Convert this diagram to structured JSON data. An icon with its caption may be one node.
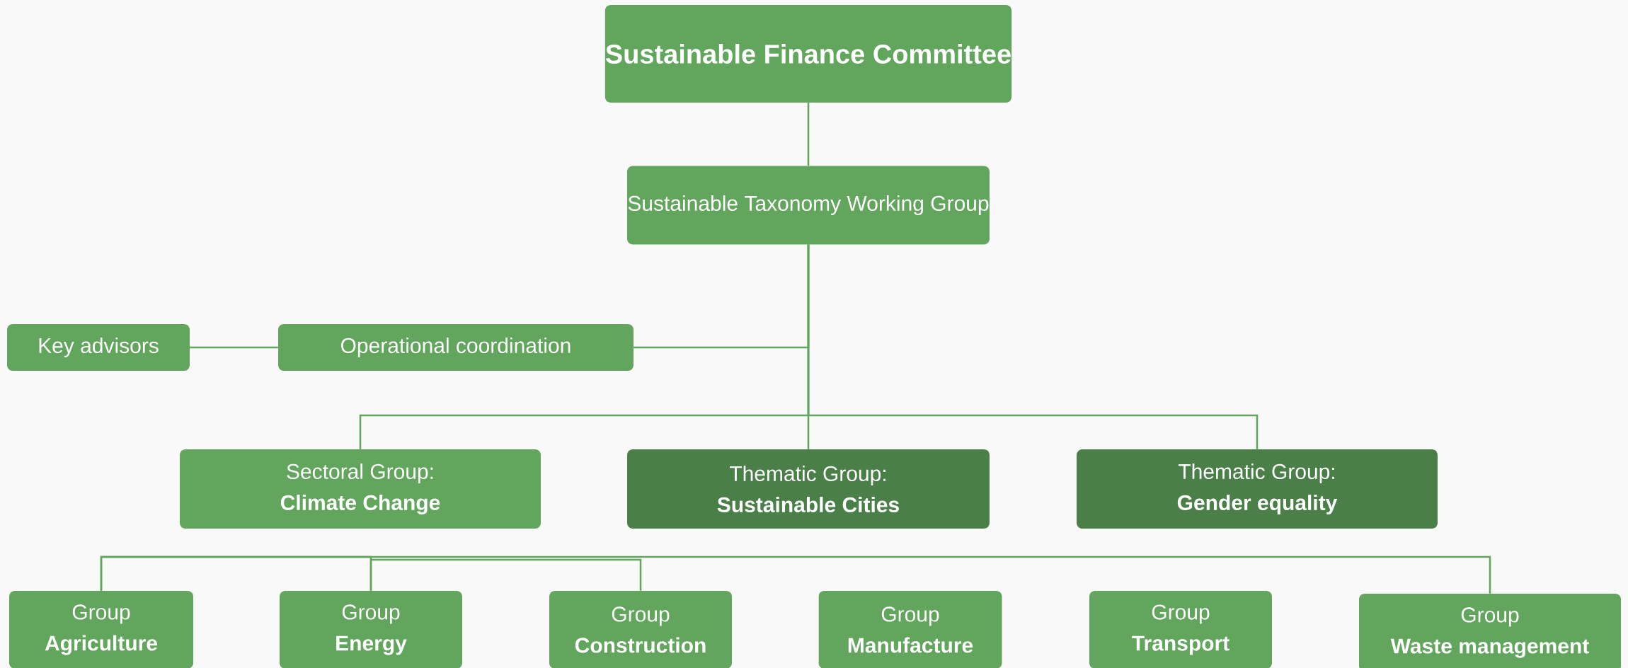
{
  "diagram": {
    "nodes": [
      {
        "text": [
          "Sustainable Finance Committee"
        ]
      },
      {
        "text": [
          "Sustainable Taxonomy Working Group"
        ]
      },
      {
        "text": [
          "Key advisors"
        ]
      },
      {
        "text": [
          "Operational coordination"
        ]
      },
      {
        "text": [
          "Sectoral Group:",
          "Climate Change"
        ]
      },
      {
        "text": [
          "Thematic Group:",
          "Sustainable Cities"
        ]
      },
      {
        "text": [
          "Thematic Group:",
          "Gender equality"
        ]
      },
      {
        "text": [
          "Group",
          "Agriculture"
        ]
      },
      {
        "text": [
          "Group",
          "Energy"
        ]
      },
      {
        "text": [
          "Group",
          "Construction"
        ]
      },
      {
        "text": [
          "Group",
          "Manufacture"
        ]
      },
      {
        "text": [
          "Group",
          "Transport"
        ]
      },
      {
        "text": [
          "Group",
          "Waste management"
        ]
      }
    ],
    "edges": [
      {
        "from": 0,
        "to": 1,
        "arrow": "none"
      },
      {
        "from": 2,
        "to": 3,
        "arrow": "none"
      },
      {
        "from": 1,
        "to": 3,
        "arrow": "none"
      },
      {
        "from": 1,
        "to": 4,
        "arrow": "none"
      },
      {
        "from": 1,
        "to": 5,
        "arrow": "none"
      },
      {
        "from": 1,
        "to": 6,
        "arrow": "none"
      },
      {
        "from": 7,
        "to": 12,
        "arrow": "none"
      },
      {
        "from": 7,
        "to": 8,
        "arrow": "none"
      },
      {
        "from": 8,
        "to": 9,
        "arrow": "none"
      }
    ]
  }
}
